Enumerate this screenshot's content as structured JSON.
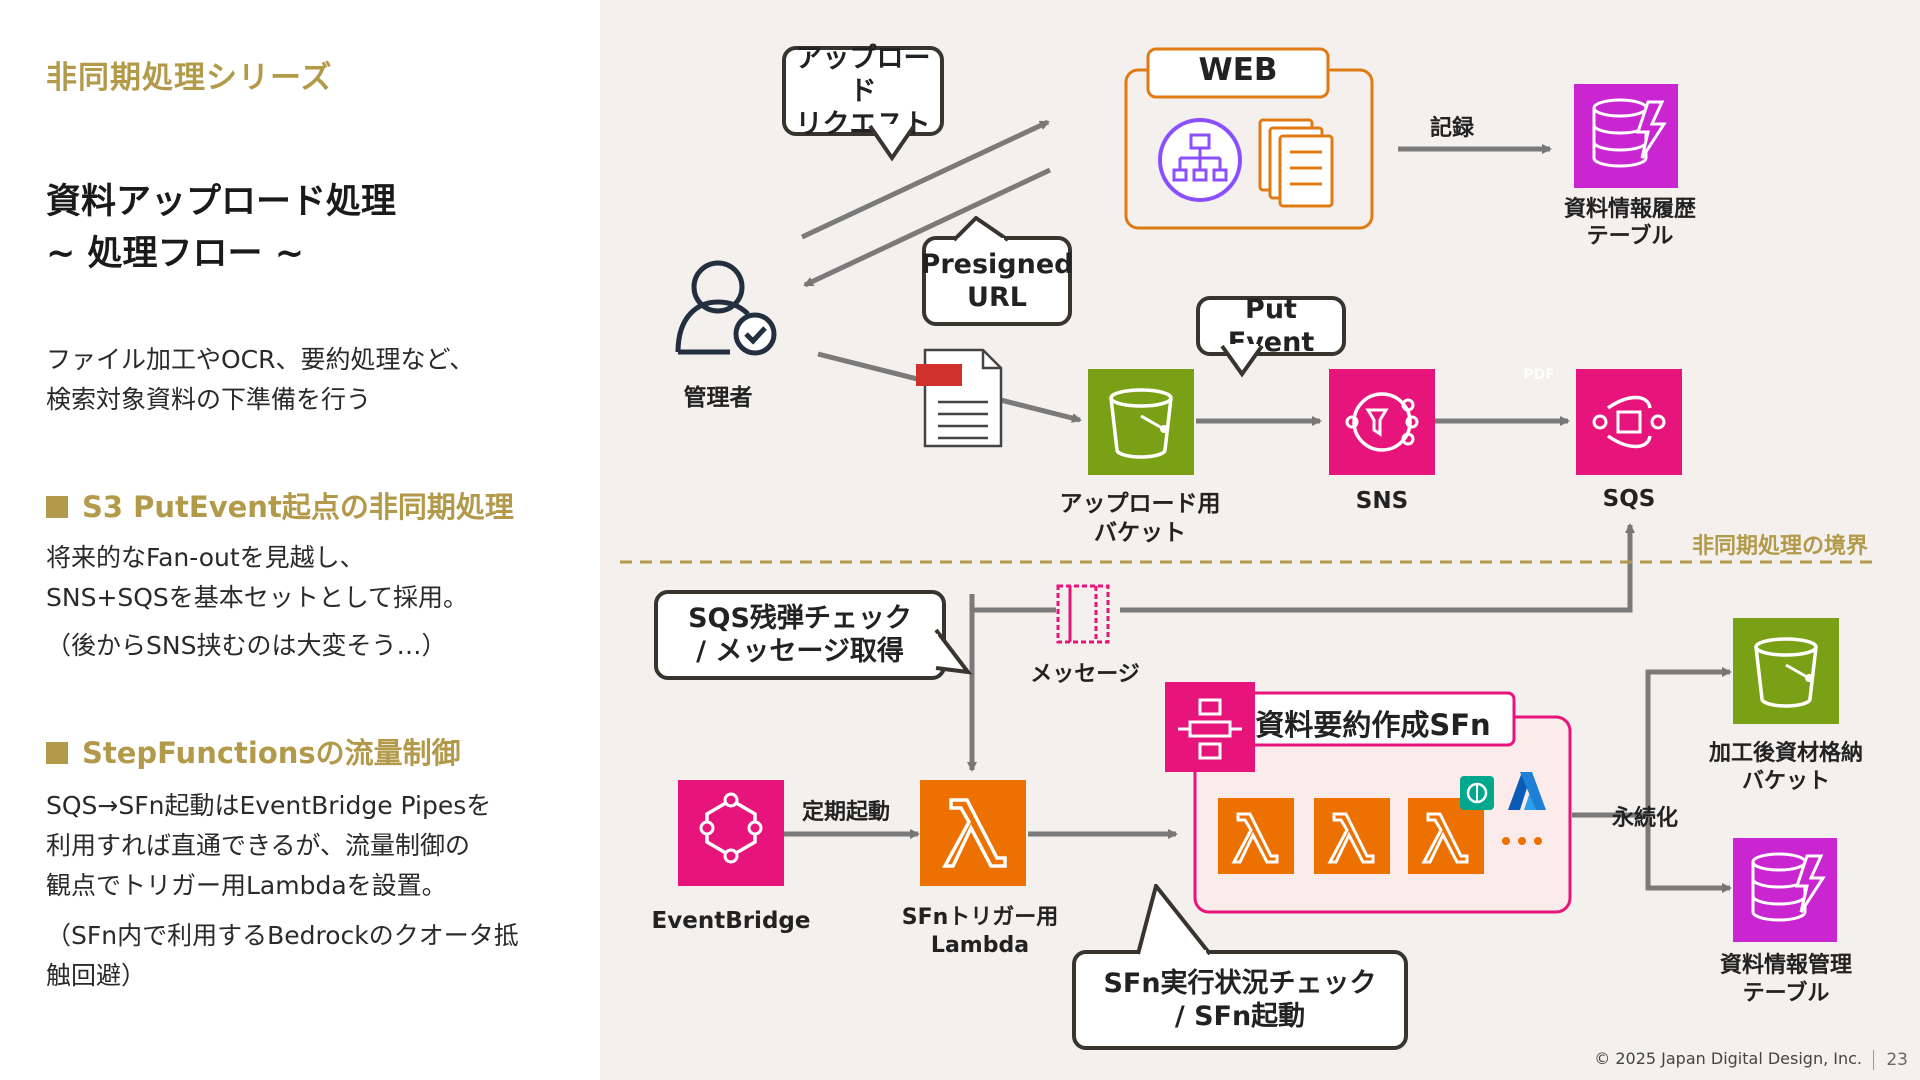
{
  "left": {
    "series": "非同期処理シリーズ",
    "title_line1": "資料アップロード処理",
    "title_line2": "~ 処理フロー ~",
    "intro_line1": "ファイル加工やOCR、要約処理など、",
    "intro_line2": "検索対象資料の下準備を行う",
    "section1": {
      "heading": "S3 PutEvent起点の非同期処理",
      "line1": "将来的なFan-outを見越し、",
      "line2": "SNS+SQSを基本セットとして採用。",
      "line3": "（後からSNS挟むのは大変そう…）"
    },
    "section2": {
      "heading": "StepFunctionsの流量制御",
      "line1": "SQS→SFn起動はEventBridge Pipesを",
      "line2": "利用すれば直通できるが、流量制御の",
      "line3": "観点でトリガー用Lambdaを設置。",
      "line4": "（SFn内で利用するBedrockのクオータ抵",
      "line5": "触回避）"
    }
  },
  "diagram": {
    "bubble_upload": [
      "アップロード",
      "リクエスト"
    ],
    "bubble_presigned": [
      "Presigned",
      "URL"
    ],
    "bubble_put_event": "Put Event",
    "bubble_sqs_check": [
      "SQS残弾チェック",
      "/ メッセージ取得"
    ],
    "bubble_sfn_check": [
      "SFn実行状況チェック",
      "/ SFn起動"
    ],
    "web_label": "WEB",
    "record_label": "記録",
    "history_table": [
      "資料情報履歴",
      "テーブル"
    ],
    "admin_label": "管理者",
    "pdf_label": "PDF",
    "upload_bucket": [
      "アップロード用",
      "バケット"
    ],
    "sns_label": "SNS",
    "sqs_label": "SQS",
    "boundary_label": "非同期処理の境界",
    "message_label": "メッセージ",
    "eventbridge_label": "EventBridge",
    "schedule_label": "定期起動",
    "trigger_lambda": [
      "SFnトリガー用",
      "Lambda"
    ],
    "sfn_title": "資料要約作成SFn",
    "persist_label": "永続化",
    "processed_bucket": [
      "加工後資材格納",
      "バケット"
    ],
    "manage_table": [
      "資料情報管理",
      "テーブル"
    ],
    "colors": {
      "accent": "#b39a4a",
      "s3": "#7aa116",
      "pink": "#e7157b",
      "lambda": "#ed7100",
      "dynamo": "#c925d1",
      "web": "#e07b14"
    }
  },
  "footer": {
    "copyright": "© 2025 Japan Digital Design, Inc.",
    "page": "23"
  }
}
